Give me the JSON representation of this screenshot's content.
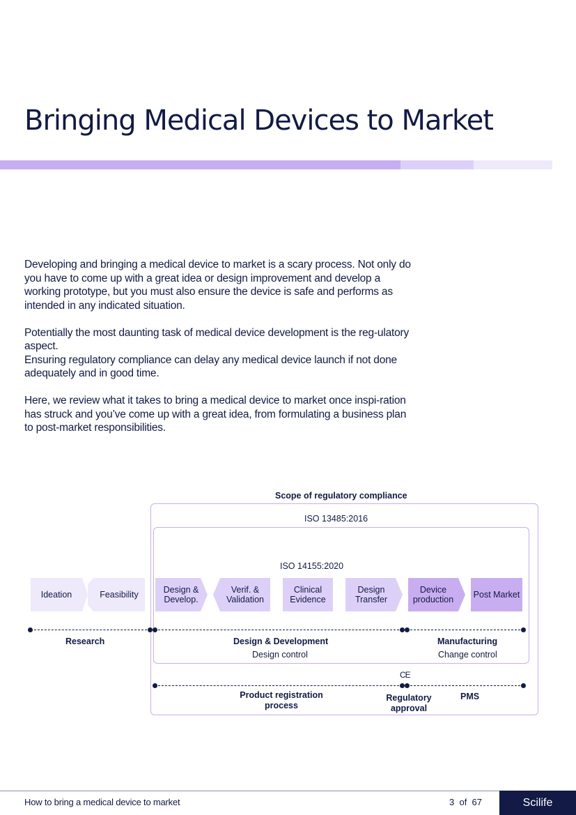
{
  "page": {
    "title": "Bringing Medical Devices to Market",
    "paragraphs": [
      "Developing and bringing a medical device to market is a scary process. Not only do you have to come up with a great idea or design improvement and develop a working prototype, but you must also ensure the device is safe and performs as intended in any indicated situation.",
      "Potentially the most daunting task of medical device development is the reg-ulatory aspect.",
      "Ensuring regulatory compliance can delay any medical device launch if not done adequately and in good time.",
      "Here, we review what it takes to bring a medical device to market once inspi-ration has struck and you’ve come up with a great idea, from formulating a business plan to post-market responsibilities."
    ]
  },
  "diagram": {
    "scope_label": "Scope of regulatory compliance",
    "iso_13485": "ISO 13485:2016",
    "iso_14155": "ISO 14155:2020",
    "steps": [
      {
        "label": "Ideation",
        "color": "#efe9fc"
      },
      {
        "label": "Feasibility",
        "color": "#efe9fc"
      },
      {
        "label": "Design & Develop.",
        "color": "#ddd0f8"
      },
      {
        "label": "Verif. & Validation",
        "color": "#ddd0f8"
      },
      {
        "label": "Clinical Evidence",
        "color": "#ddd0f8"
      },
      {
        "label": "Design Transfer",
        "color": "#ddd0f8"
      },
      {
        "label": "Device production",
        "color": "#c8aef0"
      },
      {
        "label": "Post Market",
        "color": "#c8aef0"
      }
    ],
    "phases": {
      "research": "Research",
      "design_development": "Design & Development",
      "design_control": "Design control",
      "manufacturing": "Manufacturing",
      "change_control": "Change control"
    },
    "ce_mark": "CE",
    "regulatory": {
      "product_registration": "Product registration process",
      "regulatory_approval": "Regulatory approval",
      "pms": "PMS"
    }
  },
  "footer": {
    "doc_title": "How to bring a medical device to market",
    "page_current": "3",
    "page_of": "of",
    "page_total": "67",
    "brand": "Scilife"
  }
}
